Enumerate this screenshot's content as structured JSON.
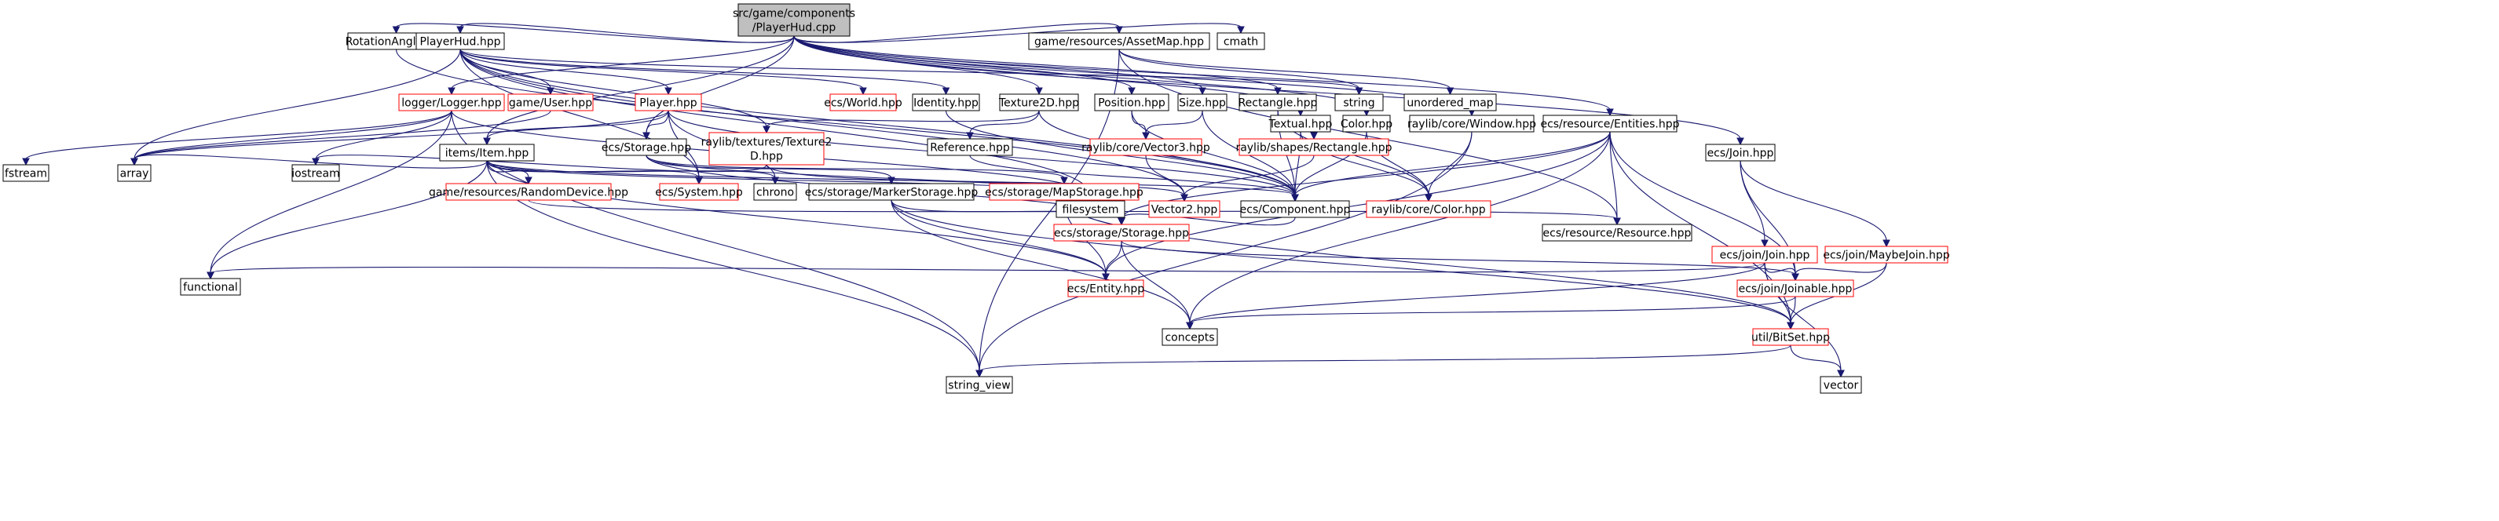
{
  "colors": {
    "edge": "#191970",
    "root_fill": "#bfbfbf",
    "root_border": "#000000",
    "documented_border": "#000000",
    "undocumented_border": "#ff0000",
    "external_border": "#bfbfbf"
  },
  "nodes": [
    {
      "id": "root",
      "lines": [
        "src/game/components",
        "/PlayerHud.cpp"
      ],
      "kind": "root"
    },
    {
      "id": "rotangle",
      "lines": [
        "RotationAngle.hpp"
      ],
      "kind": "doc"
    },
    {
      "id": "playerhud",
      "lines": [
        "PlayerHud.hpp"
      ],
      "kind": "doc"
    },
    {
      "id": "assetmap",
      "lines": [
        "game/resources/AssetMap.hpp"
      ],
      "kind": "doc"
    },
    {
      "id": "cmath",
      "lines": [
        "cmath"
      ],
      "kind": "doc"
    },
    {
      "id": "logger",
      "lines": [
        "logger/Logger.hpp"
      ],
      "kind": "undoc"
    },
    {
      "id": "gameuser",
      "lines": [
        "game/User.hpp"
      ],
      "kind": "undoc"
    },
    {
      "id": "player",
      "lines": [
        "Player.hpp"
      ],
      "kind": "undoc"
    },
    {
      "id": "ecsworld",
      "lines": [
        "ecs/World.hpp"
      ],
      "kind": "undoc"
    },
    {
      "id": "identity",
      "lines": [
        "Identity.hpp"
      ],
      "kind": "doc"
    },
    {
      "id": "texture2d",
      "lines": [
        "Texture2D.hpp"
      ],
      "kind": "doc"
    },
    {
      "id": "position",
      "lines": [
        "Position.hpp"
      ],
      "kind": "doc"
    },
    {
      "id": "size",
      "lines": [
        "Size.hpp"
      ],
      "kind": "doc"
    },
    {
      "id": "rectangle",
      "lines": [
        "Rectangle.hpp"
      ],
      "kind": "doc"
    },
    {
      "id": "string",
      "lines": [
        "string"
      ],
      "kind": "doc"
    },
    {
      "id": "unordered_map",
      "lines": [
        "unordered_map"
      ],
      "kind": "doc"
    },
    {
      "id": "ecsstorage",
      "lines": [
        "ecs/Storage.hpp"
      ],
      "kind": "doc"
    },
    {
      "id": "rltex2d",
      "lines": [
        "raylib/textures/Texture2",
        "D.hpp"
      ],
      "kind": "undoc"
    },
    {
      "id": "reference",
      "lines": [
        "Reference.hpp"
      ],
      "kind": "doc"
    },
    {
      "id": "rlvec3",
      "lines": [
        "raylib/core/Vector3.hpp"
      ],
      "kind": "undoc"
    },
    {
      "id": "rlrect",
      "lines": [
        "raylib/shapes/Rectangle.hpp"
      ],
      "kind": "undoc"
    },
    {
      "id": "textual",
      "lines": [
        "Textual.hpp"
      ],
      "kind": "doc"
    },
    {
      "id": "color",
      "lines": [
        "Color.hpp"
      ],
      "kind": "doc"
    },
    {
      "id": "rlwindow",
      "lines": [
        "raylib/core/Window.hpp"
      ],
      "kind": "doc"
    },
    {
      "id": "entities",
      "lines": [
        "ecs/resource/Entities.hpp"
      ],
      "kind": "doc"
    },
    {
      "id": "ecsjoin",
      "lines": [
        "ecs/Join.hpp"
      ],
      "kind": "doc"
    },
    {
      "id": "itemhpp",
      "lines": [
        "items/Item.hpp"
      ],
      "kind": "doc"
    },
    {
      "id": "fstream",
      "lines": [
        "fstream"
      ],
      "kind": "doc"
    },
    {
      "id": "array",
      "lines": [
        "array"
      ],
      "kind": "doc"
    },
    {
      "id": "iostream",
      "lines": [
        "iostream"
      ],
      "kind": "doc"
    },
    {
      "id": "randomdevice",
      "lines": [
        "game/resources/RandomDevice.hpp"
      ],
      "kind": "undoc"
    },
    {
      "id": "ecssystem",
      "lines": [
        "ecs/System.hpp"
      ],
      "kind": "undoc"
    },
    {
      "id": "chrono",
      "lines": [
        "chrono"
      ],
      "kind": "doc"
    },
    {
      "id": "markerstorage",
      "lines": [
        "ecs/storage/MarkerStorage.hpp"
      ],
      "kind": "doc"
    },
    {
      "id": "mapstorage",
      "lines": [
        "ecs/storage/MapStorage.hpp"
      ],
      "kind": "undoc"
    },
    {
      "id": "filesystem",
      "lines": [
        "filesystem"
      ],
      "kind": "doc"
    },
    {
      "id": "vector2",
      "lines": [
        "Vector2.hpp"
      ],
      "kind": "undoc"
    },
    {
      "id": "component",
      "lines": [
        "ecs/Component.hpp"
      ],
      "kind": "doc"
    },
    {
      "id": "rlcolor",
      "lines": [
        "raylib/core/Color.hpp"
      ],
      "kind": "undoc"
    },
    {
      "id": "resource",
      "lines": [
        "ecs/resource/Resource.hpp"
      ],
      "kind": "doc"
    },
    {
      "id": "joinjoin",
      "lines": [
        "ecs/join/Join.hpp"
      ],
      "kind": "undoc"
    },
    {
      "id": "maybejoin",
      "lines": [
        "ecs/join/MaybeJoin.hpp"
      ],
      "kind": "undoc"
    },
    {
      "id": "storagestorage",
      "lines": [
        "ecs/storage/Storage.hpp"
      ],
      "kind": "undoc"
    },
    {
      "id": "functional",
      "lines": [
        "functional"
      ],
      "kind": "doc"
    },
    {
      "id": "entity",
      "lines": [
        "ecs/Entity.hpp"
      ],
      "kind": "undoc"
    },
    {
      "id": "joinable",
      "lines": [
        "ecs/join/Joinable.hpp"
      ],
      "kind": "undoc"
    },
    {
      "id": "concepts",
      "lines": [
        "concepts"
      ],
      "kind": "doc"
    },
    {
      "id": "bitset",
      "lines": [
        "util/BitSet.hpp"
      ],
      "kind": "undoc"
    },
    {
      "id": "string_view",
      "lines": [
        "string_view"
      ],
      "kind": "doc"
    },
    {
      "id": "vector",
      "lines": [
        "vector"
      ],
      "kind": "doc"
    }
  ],
  "edges": [
    [
      "root",
      "rotangle"
    ],
    [
      "root",
      "playerhud"
    ],
    [
      "root",
      "assetmap"
    ],
    [
      "root",
      "cmath"
    ],
    [
      "root",
      "logger"
    ],
    [
      "root",
      "itemhpp"
    ],
    [
      "root",
      "ecsstorage"
    ],
    [
      "root",
      "texture2d"
    ],
    [
      "root",
      "position"
    ],
    [
      "root",
      "size"
    ],
    [
      "root",
      "rectangle"
    ],
    [
      "root",
      "textual"
    ],
    [
      "root",
      "color"
    ],
    [
      "root",
      "rlwindow"
    ],
    [
      "root",
      "entities"
    ],
    [
      "root",
      "ecsjoin"
    ],
    [
      "playerhud",
      "gameuser"
    ],
    [
      "playerhud",
      "player"
    ],
    [
      "playerhud",
      "ecsworld"
    ],
    [
      "playerhud",
      "identity"
    ],
    [
      "playerhud",
      "string"
    ],
    [
      "playerhud",
      "rltex2d"
    ],
    [
      "playerhud",
      "ecssystem"
    ],
    [
      "playerhud",
      "array"
    ],
    [
      "playerhud",
      "vector2"
    ],
    [
      "playerhud",
      "component"
    ],
    [
      "playerhud",
      "filesystem"
    ],
    [
      "rotangle",
      "component"
    ],
    [
      "assetmap",
      "string"
    ],
    [
      "assetmap",
      "unordered_map"
    ],
    [
      "assetmap",
      "resource"
    ],
    [
      "assetmap",
      "string_view"
    ],
    [
      "logger",
      "fstream"
    ],
    [
      "logger",
      "array"
    ],
    [
      "logger",
      "iostream"
    ],
    [
      "logger",
      "functional"
    ],
    [
      "logger",
      "string_view"
    ],
    [
      "logger",
      "filesystem"
    ],
    [
      "gameuser",
      "array"
    ],
    [
      "player",
      "itemhpp"
    ],
    [
      "player",
      "ecsstorage"
    ],
    [
      "player",
      "ecssystem"
    ],
    [
      "player",
      "array"
    ],
    [
      "player",
      "chrono"
    ],
    [
      "player",
      "component"
    ],
    [
      "identity",
      "component"
    ],
    [
      "texture2d",
      "rltex2d"
    ],
    [
      "texture2d",
      "reference"
    ],
    [
      "texture2d",
      "component"
    ],
    [
      "position",
      "rlvec3"
    ],
    [
      "position",
      "component"
    ],
    [
      "size",
      "rlvec3"
    ],
    [
      "size",
      "component"
    ],
    [
      "rectangle",
      "rlrect"
    ],
    [
      "rectangle",
      "component"
    ],
    [
      "rectangle",
      "rlcolor"
    ],
    [
      "textual",
      "component"
    ],
    [
      "textual",
      "rlcolor"
    ],
    [
      "color",
      "rlcolor"
    ],
    [
      "color",
      "component"
    ],
    [
      "rlwindow",
      "rlcolor"
    ],
    [
      "rlwindow",
      "string_view"
    ],
    [
      "entities",
      "resource"
    ],
    [
      "entities",
      "component"
    ],
    [
      "entities",
      "entity"
    ],
    [
      "entities",
      "storagestorage"
    ],
    [
      "entities",
      "concepts"
    ],
    [
      "entities",
      "joinable"
    ],
    [
      "entities",
      "bitset"
    ],
    [
      "ecsjoin",
      "joinjoin"
    ],
    [
      "ecsjoin",
      "maybejoin"
    ],
    [
      "ecsjoin",
      "joinable"
    ],
    [
      "itemhpp",
      "array"
    ],
    [
      "itemhpp",
      "randomdevice"
    ],
    [
      "itemhpp",
      "ecssystem"
    ],
    [
      "itemhpp",
      "chrono"
    ],
    [
      "itemhpp",
      "functional"
    ],
    [
      "itemhpp",
      "string_view"
    ],
    [
      "itemhpp",
      "component"
    ],
    [
      "itemhpp",
      "entity"
    ],
    [
      "itemhpp",
      "filesystem"
    ],
    [
      "ecsstorage",
      "markerstorage"
    ],
    [
      "ecsstorage",
      "mapstorage"
    ],
    [
      "ecsstorage",
      "storagestorage"
    ],
    [
      "ecsstorage",
      "filesystem"
    ],
    [
      "rltex2d",
      "vector2"
    ],
    [
      "rltex2d",
      "iostream"
    ],
    [
      "reference",
      "component"
    ],
    [
      "rlvec3",
      "vector2"
    ],
    [
      "rlrect",
      "vector2"
    ],
    [
      "randomdevice",
      "resource"
    ],
    [
      "markerstorage",
      "storagestorage"
    ],
    [
      "markerstorage",
      "entity"
    ],
    [
      "markerstorage",
      "concepts"
    ],
    [
      "markerstorage",
      "bitset"
    ],
    [
      "mapstorage",
      "storagestorage"
    ],
    [
      "mapstorage",
      "entity"
    ],
    [
      "mapstorage",
      "bitset"
    ],
    [
      "component",
      "storagestorage"
    ],
    [
      "joinjoin",
      "joinable"
    ],
    [
      "joinjoin",
      "functional"
    ],
    [
      "joinjoin",
      "concepts"
    ],
    [
      "joinjoin",
      "bitset"
    ],
    [
      "maybejoin",
      "joinable"
    ],
    [
      "maybejoin",
      "bitset"
    ],
    [
      "storagestorage",
      "entity"
    ],
    [
      "storagestorage",
      "joinable"
    ],
    [
      "storagestorage",
      "concepts"
    ],
    [
      "joinable",
      "concepts"
    ],
    [
      "joinable",
      "bitset"
    ],
    [
      "bitset",
      "string_view"
    ],
    [
      "bitset",
      "vector"
    ],
    [
      "joinjoin",
      "vector"
    ]
  ]
}
